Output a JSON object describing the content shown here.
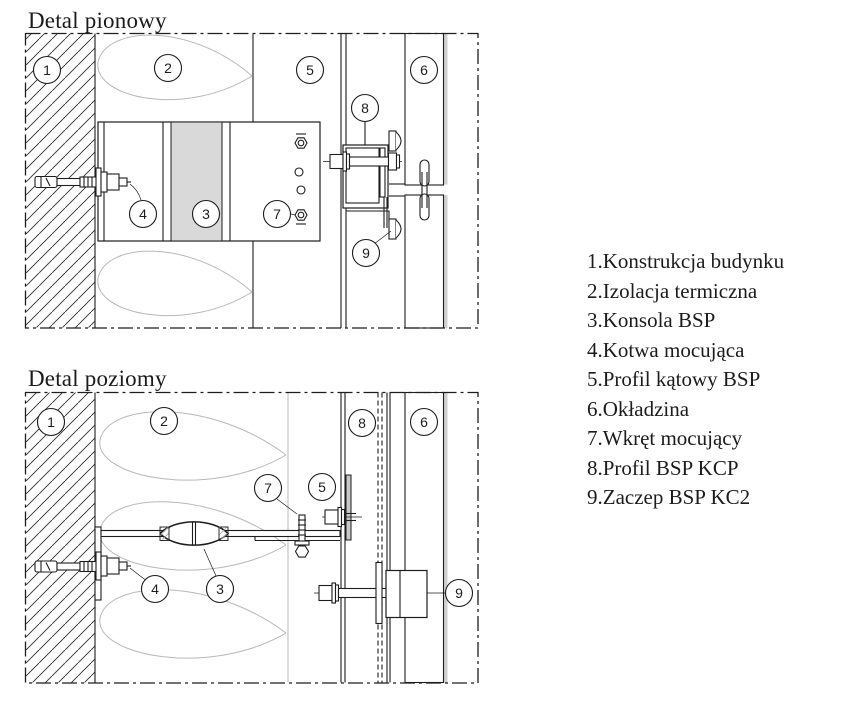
{
  "drawings": {
    "pionowy": {
      "title": "Detal pionowy",
      "callouts": {
        "c1": "1",
        "c2": "2",
        "c3": "3",
        "c4": "4",
        "c5": "5",
        "c6": "6",
        "c7": "7",
        "c8": "8",
        "c9": "9"
      }
    },
    "poziomy": {
      "title": "Detal poziomy",
      "callouts": {
        "c1": "1",
        "c2": "2",
        "c3": "3",
        "c4": "4",
        "c5": "5",
        "c6": "6",
        "c7": "7",
        "c8": "8",
        "c9": "9"
      }
    }
  },
  "legend": {
    "items": [
      "1.Konstrukcja budynku",
      "2.Izolacja termiczna",
      "3.Konsola BSP",
      "4.Kotwa mocująca",
      "5.Profil kątowy BSP",
      "6.Okładzina",
      "7.Wkręt mocujący",
      "8.Profil BSP KCP",
      "9.Zaczep BSP KC2"
    ]
  },
  "colors": {
    "line": "#1d1d1d",
    "konsola_fill": "#d9d9d9",
    "insulation_stroke": "#b8b8b8",
    "cladding_hatch": "#ababab"
  }
}
